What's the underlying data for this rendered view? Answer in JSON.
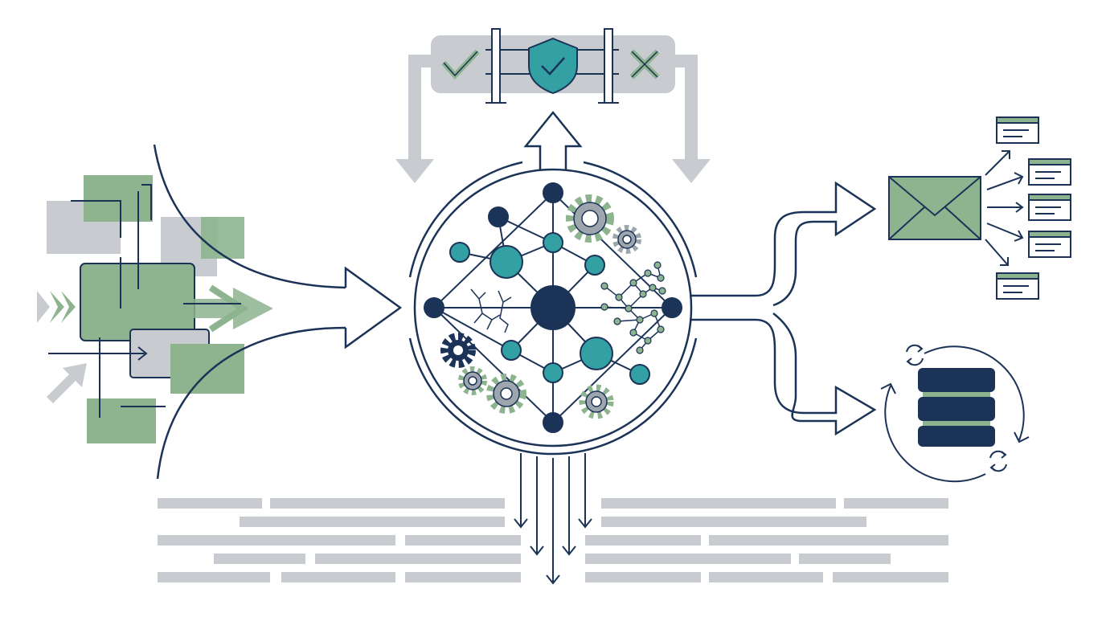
{
  "colors": {
    "background": "#ffffff",
    "navy": "#1c3358",
    "teal": "#33a1a3",
    "green": "#8db48e",
    "gray": "#c8ccd1",
    "darkgray": "#9ea6ad"
  },
  "icons": {
    "gate": [
      "check-icon",
      "shield-check-icon",
      "x-icon"
    ],
    "inputs": "scattered-data-blocks",
    "engine": "network-graph-with-gears",
    "output_top": "envelope-icon",
    "output_bottom": "database-sync-icon",
    "bottom": "text-line-placeholders"
  }
}
